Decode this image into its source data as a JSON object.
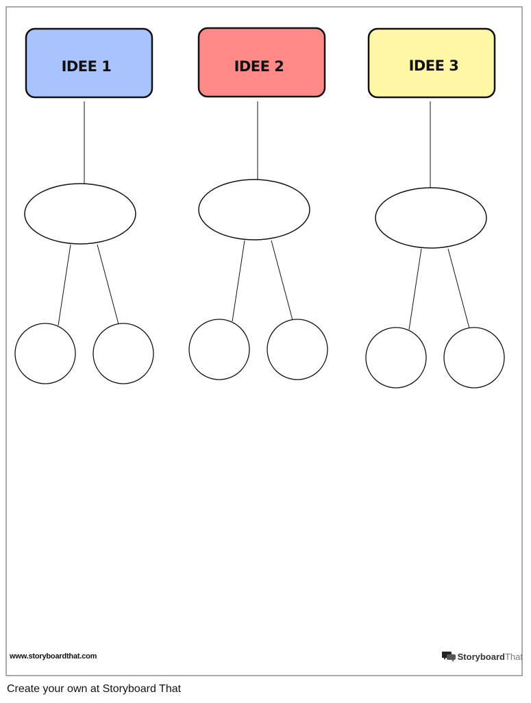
{
  "ideas": [
    {
      "label": "IDEE 1",
      "color": "#a9c3ff"
    },
    {
      "label": "IDEE 2",
      "color": "#ff8a87"
    },
    {
      "label": "IDEE 3",
      "color": "#fff7a6"
    }
  ],
  "footer": {
    "site_url": "www.storyboardthat.com",
    "brand_bold": "Storyboard",
    "brand_light": "That",
    "create_note": "Create your own at Storyboard That"
  },
  "colors": {
    "stroke": "#111111",
    "border": "#a9a9a9"
  }
}
